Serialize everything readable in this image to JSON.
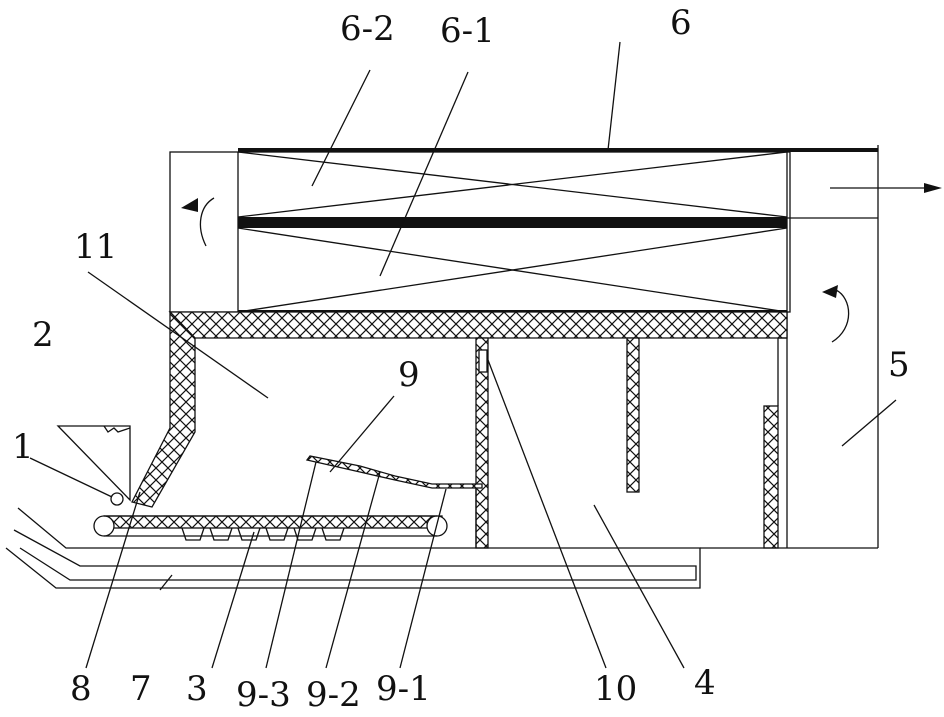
{
  "labels": {
    "l6": "6",
    "l6_2": "6-2",
    "l6_1": "6-1",
    "l11": "11",
    "l2": "2",
    "l1": "1",
    "l9": "9",
    "l5": "5",
    "l8": "8",
    "l7": "7",
    "l3": "3",
    "l9_3": "9-3",
    "l9_2": "9-2",
    "l9_1": "9-1",
    "l10": "10",
    "l4": "4"
  },
  "colors": {
    "line": "#111111",
    "background": "#ffffff"
  }
}
